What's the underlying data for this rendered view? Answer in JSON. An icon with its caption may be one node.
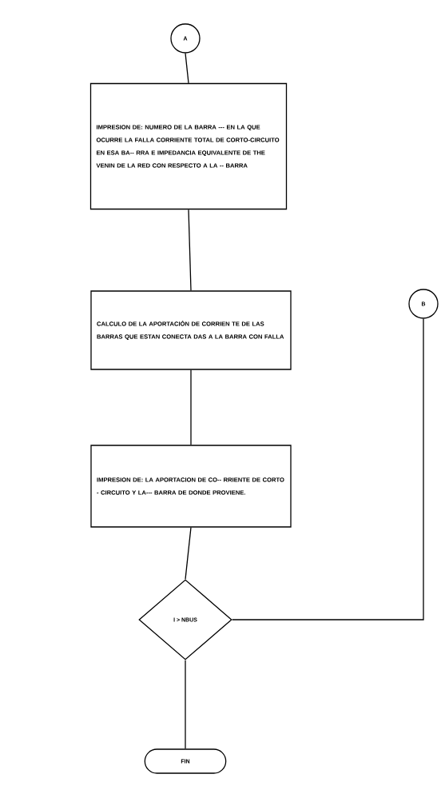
{
  "diagram": {
    "nodes": [
      {
        "text": [
          "A"
        ]
      },
      {
        "text": [
          "IMPRESION DE: NUMERO DE LA BARRA --- EN LA QUE OCURRE LA FALLA CORRIENTE TOTAL DE CORTO-CIRCUITO EN ESA BA-- RRA E IMPEDANCIA EQUIVALENTE DE THE VENIN DE LA RED CON RESPECTO A LA -- BARRA"
        ]
      },
      {
        "text": [
          "CALCULO DE LA APORTACIÓN DE CORRIEN TE DE LAS BARRAS QUE ESTAN CONECTA DAS A LA BARRA CON FALLA"
        ]
      },
      {
        "text": [
          "B"
        ]
      },
      {
        "text": [
          "IMPRESION DE: LA APORTACION DE CO-- RRIENTE DE CORTO - CIRCUITO Y LA--- BARRA DE DONDE PROVIENE."
        ]
      },
      {
        "text": [
          "I > NBUS"
        ]
      },
      {
        "text": [
          "FIN"
        ]
      }
    ],
    "edges": [
      {
        "from": 0,
        "to": 1,
        "arrow": "none"
      },
      {
        "from": 1,
        "to": 2,
        "arrow": "none"
      },
      {
        "from": 2,
        "to": 4,
        "arrow": "none"
      },
      {
        "from": 4,
        "to": 5,
        "arrow": "none"
      },
      {
        "from": 5,
        "to": 6,
        "arrow": "none"
      },
      {
        "from": 5,
        "to": 3,
        "arrow": "none"
      }
    ]
  }
}
